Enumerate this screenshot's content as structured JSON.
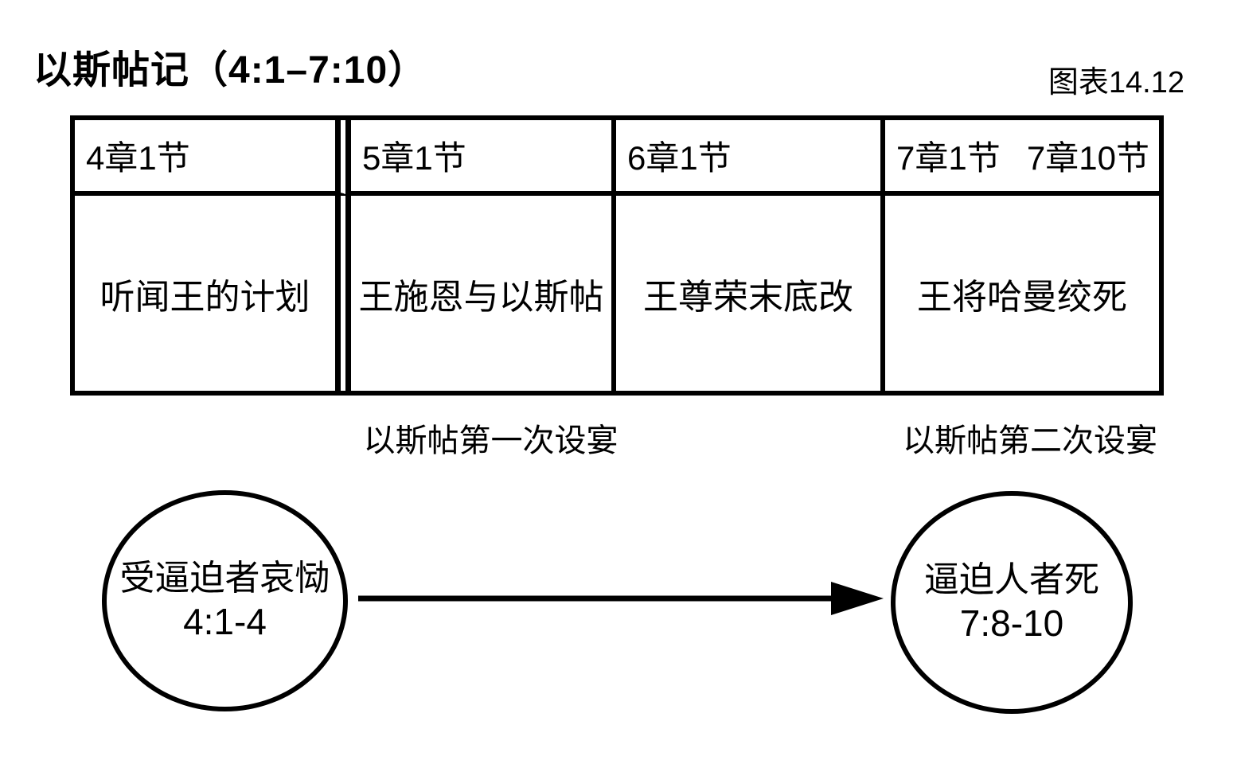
{
  "page": {
    "title": "以斯帖记（4:1–7:10）",
    "figure_label": "图表14.12"
  },
  "table": {
    "columns": [
      {
        "header": "4章1节",
        "content": "听闻王的计划"
      },
      {
        "header": "5章1节",
        "content": "王施恩与以斯帖"
      },
      {
        "header": "6章1节",
        "content": "王尊荣末底改"
      },
      {
        "header": "7章1节",
        "header_end": "7章10节",
        "content": "王将哈曼绞死"
      }
    ]
  },
  "captions": {
    "first_banquet": "以斯帖第一次设宴",
    "second_banquet": "以斯帖第二次设宴"
  },
  "flow": {
    "start_circle": {
      "label": "受逼迫者哀恸",
      "ref": "4:1-4"
    },
    "end_circle": {
      "label": "逼迫人者死",
      "ref": "7:8-10"
    },
    "arrow_icon": "right-arrow"
  },
  "colors": {
    "ink": "#000000",
    "background": "#ffffff"
  }
}
